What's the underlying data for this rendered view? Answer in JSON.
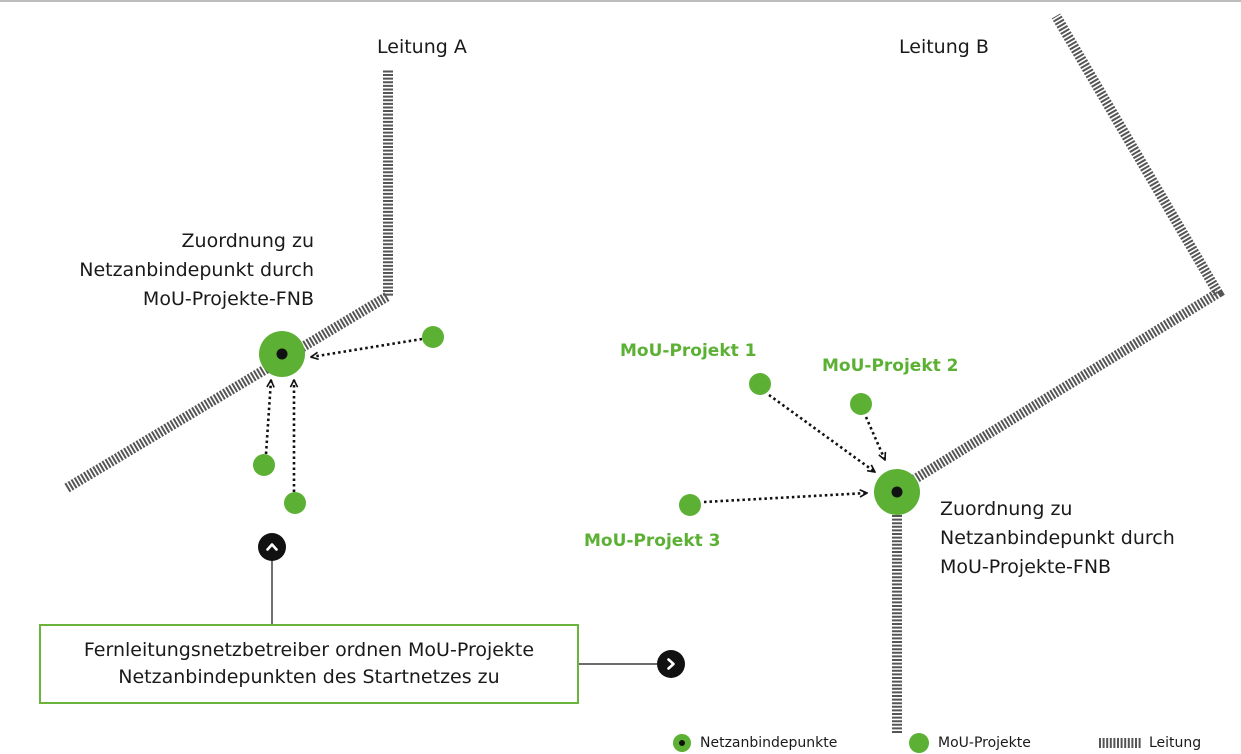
{
  "lines": {
    "a_label": "Leitung A",
    "b_label": "Leitung B"
  },
  "annotation_left": {
    "line1": "Zuordnung zu",
    "line2": "Netzanbindepunkt durch",
    "line3": "MoU-Projekte-FNB"
  },
  "annotation_right": {
    "line1": "Zuordnung zu",
    "line2": "Netzanbindepunkt durch",
    "line3": "MoU-Projekte-FNB"
  },
  "projects": {
    "p1": "MoU-Projekt 1",
    "p2": "MoU-Projekt 2",
    "p3": "MoU-Projekt 3"
  },
  "callout": {
    "line1": "Fernleitungsnetzbetreiber ordnen MoU-Projekte",
    "line2": "Netzanbindepunkten des Startnetzes zu"
  },
  "navigation": {
    "up_icon": "chevron-up-icon",
    "next_icon": "chevron-right-icon"
  },
  "legend": {
    "connection_points": "Netzanbindepunkte",
    "projects": "MoU-Projekte",
    "pipeline": "Leitung"
  },
  "colors": {
    "green": "#5cb135",
    "label_green": "#5cb135",
    "black": "#111111",
    "pipeline": "#555555"
  }
}
